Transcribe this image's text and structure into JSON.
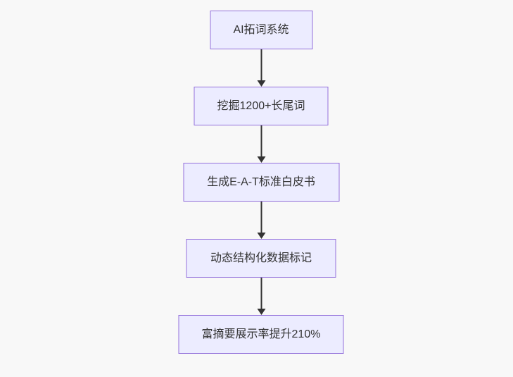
{
  "diagram": {
    "type": "flowchart",
    "direction": "top-down",
    "colors": {
      "background": "#f8f8f8",
      "node_fill": "#ECECFF",
      "node_border": "#9370DB",
      "text": "#333333",
      "edge": "#333333"
    },
    "nodes": [
      {
        "id": "A",
        "label": "AI拓词系统"
      },
      {
        "id": "B",
        "label": "挖掘1200+长尾词"
      },
      {
        "id": "C",
        "label": "生成E-A-T标准白皮书"
      },
      {
        "id": "D",
        "label": "动态结构化数据标记"
      },
      {
        "id": "E",
        "label": "富摘要展示率提升210%"
      }
    ],
    "edges": [
      {
        "from": "A",
        "to": "B"
      },
      {
        "from": "B",
        "to": "C"
      },
      {
        "from": "C",
        "to": "D"
      },
      {
        "from": "D",
        "to": "E"
      }
    ]
  }
}
